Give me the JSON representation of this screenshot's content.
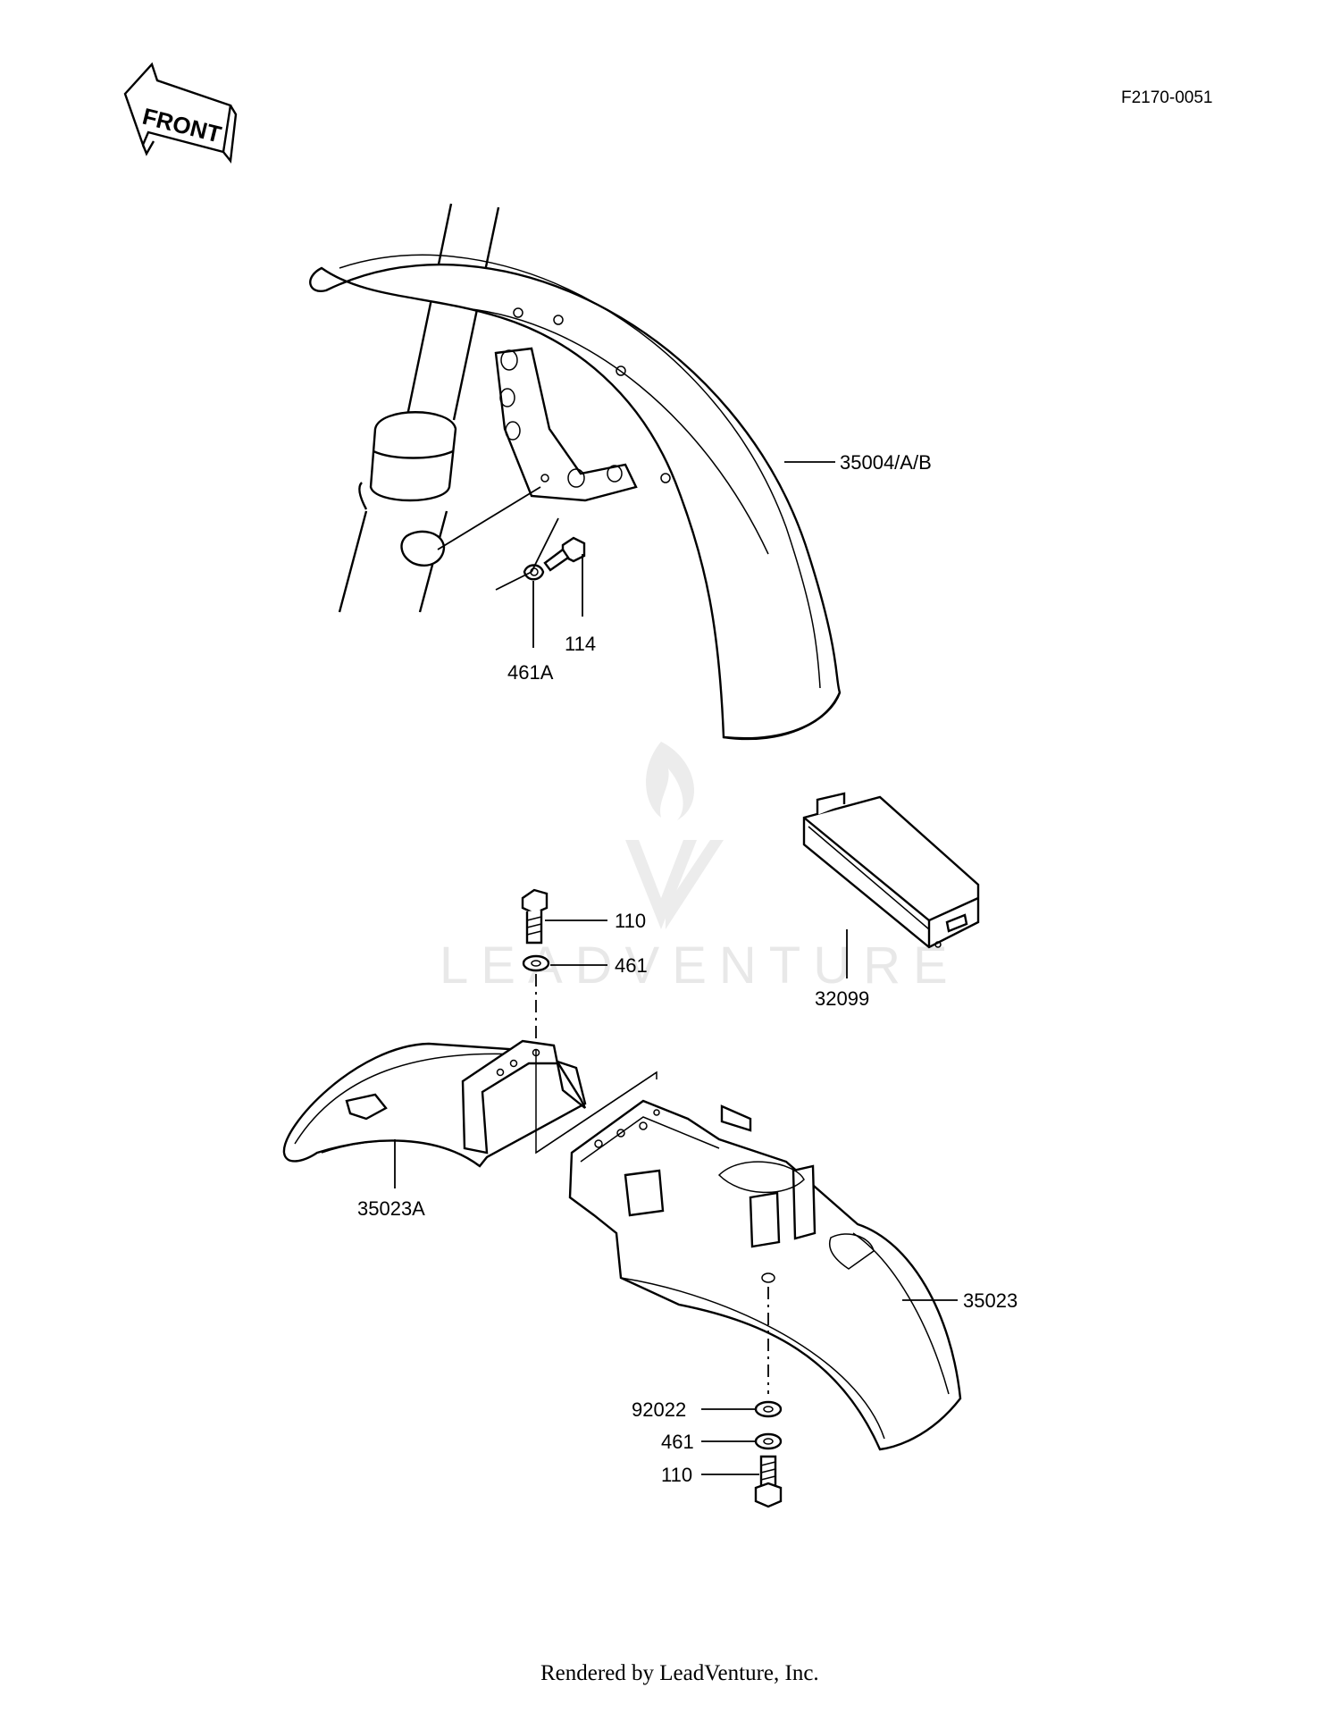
{
  "diagram_code": "F2170-0051",
  "front_label": "FRONT",
  "watermark": "LEADVENTURE",
  "footer": "Rendered by LeadVenture, Inc.",
  "parts": {
    "front_fender": "35004/A/B",
    "bolt_front": "114",
    "nut_front": "461A",
    "bolt_top": "110",
    "washer_top": "461",
    "reflector_box": "32099",
    "rear_fender_front": "35023A",
    "rear_fender": "35023",
    "washer_bottom": "92022",
    "lockwasher_bottom": "461",
    "bolt_bottom": "110"
  }
}
